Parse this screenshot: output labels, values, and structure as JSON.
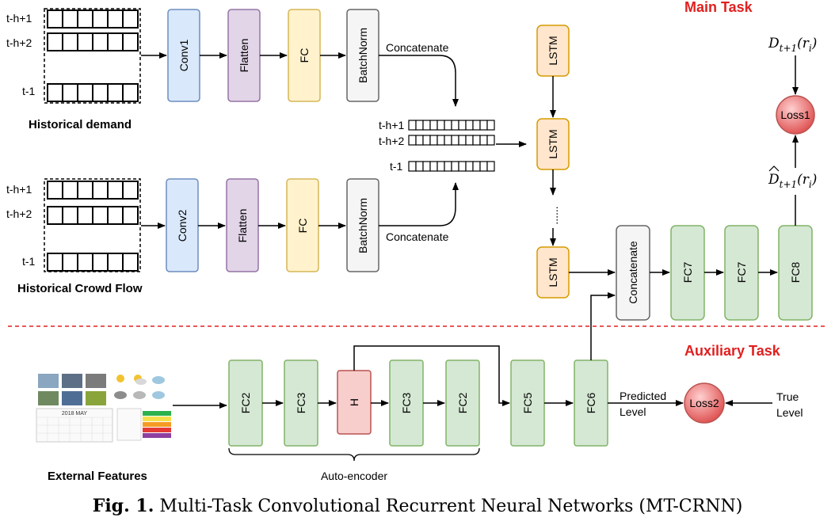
{
  "tasks": {
    "main": "Main Task",
    "auxiliary": "Auxiliary Task"
  },
  "inputs": {
    "demand_rows": [
      "t-h+1",
      "t-h+2",
      "t-1"
    ],
    "demand_label": "Historical demand",
    "flow_rows": [
      "t-h+1",
      "t-h+2",
      "t-1"
    ],
    "flow_label": "Historical Crowd Flow",
    "concat_rows": [
      "t-h+1",
      "t-h+2",
      "t-1"
    ],
    "external_label": "External Features",
    "calendar_title": "2018 MAY"
  },
  "demand_branch": {
    "conv": "Conv1",
    "flatten": "Flatten",
    "fc": "FC",
    "norm": "BatchNorm",
    "concat_text": "Concatenate"
  },
  "flow_branch": {
    "conv": "Conv2",
    "flatten": "Flatten",
    "fc": "FC",
    "norm": "BatchNorm",
    "concat_text": "Concatenate"
  },
  "lstm": {
    "label": "LSTM",
    "ellipsis": "......"
  },
  "main_head": {
    "concat": "Concatenate",
    "fc7a": "FC7",
    "fc7b": "FC7",
    "fc8": "FC8",
    "loss1": "Loss1",
    "target": {
      "base": "D",
      "sub": "t+1",
      "arg": "(r",
      "argsub": "i",
      "close": ")"
    },
    "prediction": {
      "base": "D",
      "sub": "t+1",
      "arg": "(r",
      "argsub": "i",
      "close": ")"
    }
  },
  "aux_head": {
    "enc1": "FC2",
    "enc2": "FC3",
    "hidden": "H",
    "dec1": "FC3",
    "dec2": "FC2",
    "fc5": "FC5",
    "fc6": "FC6",
    "autoencoder": "Auto-encoder",
    "predicted": [
      "Predicted",
      "Level"
    ],
    "loss2": "Loss2",
    "true": [
      "True",
      "Level"
    ]
  },
  "caption": {
    "prefix": "Fig. 1.",
    "text": "Multi-Task Convolutional Recurrent Neural Networks (MT-CRNN)"
  },
  "colors": {
    "conv_fill": "#dae8fc",
    "conv_stroke": "#6c8ebf",
    "flatten_fill": "#e1d5e7",
    "flatten_stroke": "#9673a6",
    "fc_fill": "#fff2cc",
    "fc_stroke": "#d6b656",
    "norm_fill": "#f5f5f5",
    "norm_stroke": "#666666",
    "lstm_fill": "#ffe6cc",
    "lstm_stroke": "#d79b00",
    "green_fill": "#d5e8d4",
    "green_stroke": "#82b366",
    "h_fill": "#f8cecc",
    "h_stroke": "#b85450",
    "loss_fill": "#e86060",
    "loss_stroke": "#b85450",
    "task_text": "#e02020",
    "divider": "#e02020"
  }
}
